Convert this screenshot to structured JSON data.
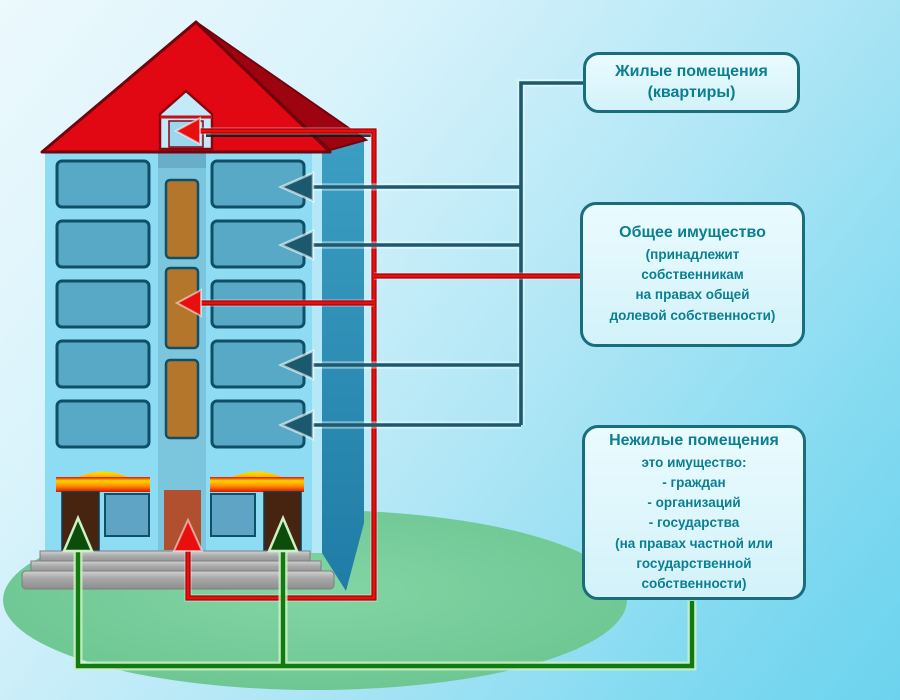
{
  "labels": {
    "residential": {
      "title": "Жилые помещения",
      "subtitle": "(квартиры)"
    },
    "common": {
      "title": "Общее имущество",
      "body": "(принадлежит собственникам\nна правах общей\nдолевой собственности)"
    },
    "nonresidential": {
      "title": "Нежилые помещения",
      "body": "это имущество:\n- граждан\n- организаций\n- государства\n(на правах частной или\nгосударственной\nсобственности)"
    }
  },
  "colors": {
    "box-border": "#1a6e7c",
    "box-text": "#0a7f91",
    "line-teal": "#1b5a6e",
    "line-red": "#e8100f",
    "line-red-dark": "#a50007",
    "line-green": "#117a11",
    "line-green-light": "#cdf0c4",
    "roof-front": "#e10713",
    "roof-side": "#9e0410",
    "facade": "#8edcf3",
    "facade-strip": "#7cc6dd",
    "window": "#57a9c6",
    "window-border": "#0d5068",
    "stairwell-window": "#b3762b",
    "side-face": "#2e90b8",
    "shop-door": "#46240f",
    "entrance-door": "#b1502e",
    "grass": "#74ca97",
    "steps": "#a3a3a3"
  }
}
